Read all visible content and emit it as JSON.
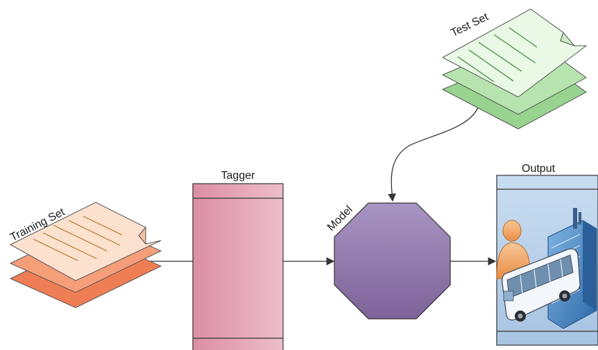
{
  "labels": {
    "training_set": "Training Set",
    "tagger": "Tagger",
    "model": "Model",
    "test_set": "Test Set",
    "output": "Output"
  },
  "icons": {
    "training_set": "stacked-documents-icon",
    "test_set": "stacked-documents-icon",
    "output": "person-building-bus-icon"
  },
  "colors": {
    "training_set": "#f6a27d",
    "tagger": "#e7a4b6",
    "model": "#8e74a9",
    "test_set": "#a8dca0",
    "output": "#c6dbee",
    "connector": "#333333"
  }
}
